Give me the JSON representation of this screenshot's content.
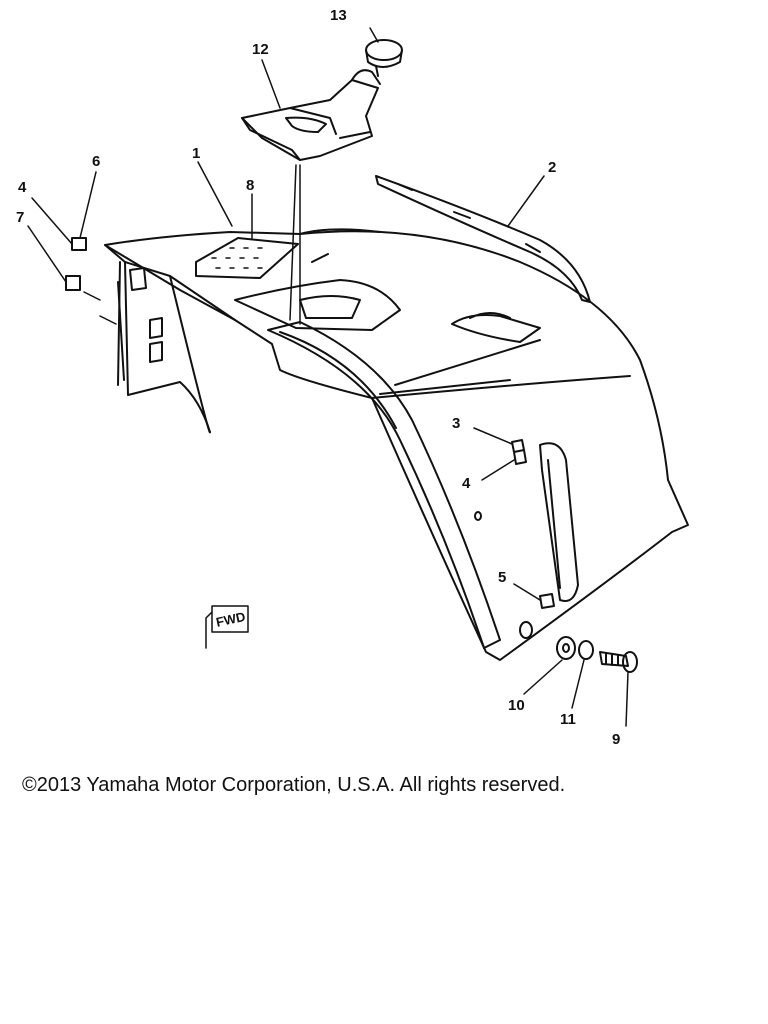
{
  "diagram": {
    "callouts": {
      "c1": "1",
      "c2": "2",
      "c3": "3",
      "c4a": "4",
      "c4b": "4",
      "c5": "5",
      "c6": "6",
      "c7": "7",
      "c8": "8",
      "c9": "9",
      "c10": "10",
      "c11": "11",
      "c12": "12",
      "c13": "13"
    },
    "fwd_label": "FWD"
  },
  "footer": {
    "copyright": "©2013 Yamaha Motor Corporation, U.S.A. All rights reserved."
  }
}
